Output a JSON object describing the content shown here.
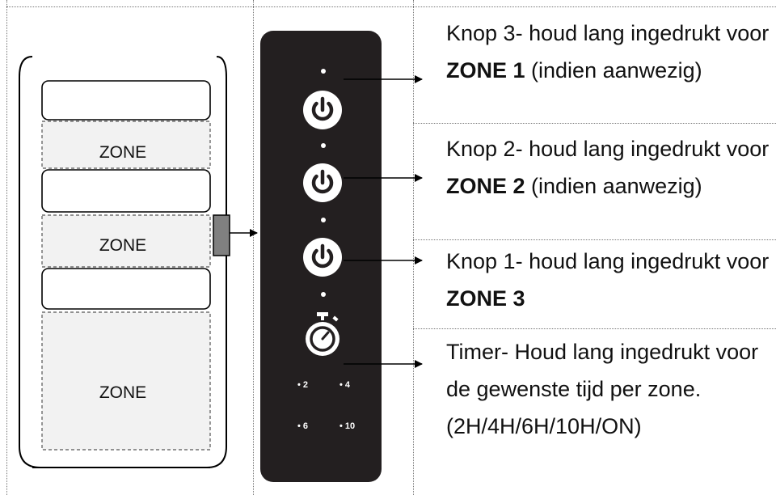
{
  "heater": {
    "zones": [
      "ZONE",
      "ZONE",
      "ZONE"
    ]
  },
  "remote": {
    "timer_labels": [
      "• 2",
      "• 4",
      "• 6",
      "• 10"
    ]
  },
  "instructions": [
    {
      "prefix": "Knop 3- houd lang ingedrukt voor ",
      "zone": "ZONE 1",
      "suffix": " (indien aanwezig)"
    },
    {
      "prefix": "Knop 2- houd lang ingedrukt voor ",
      "zone": "ZONE 2",
      "suffix": " (indien aanwezig)"
    },
    {
      "prefix": "Knop 1- houd lang ingedrukt voor  ",
      "zone": "ZONE 3",
      "suffix": ""
    },
    {
      "prefix": "Timer- Houd lang ingedrukt voor de gewenste tijd per zone.  (2H/4H/6H/10H/ON)",
      "zone": "",
      "suffix": ""
    }
  ],
  "colors": {
    "remote_body": "#231f20",
    "zone_fill": "#f2f2f2",
    "switch": "#808080"
  }
}
